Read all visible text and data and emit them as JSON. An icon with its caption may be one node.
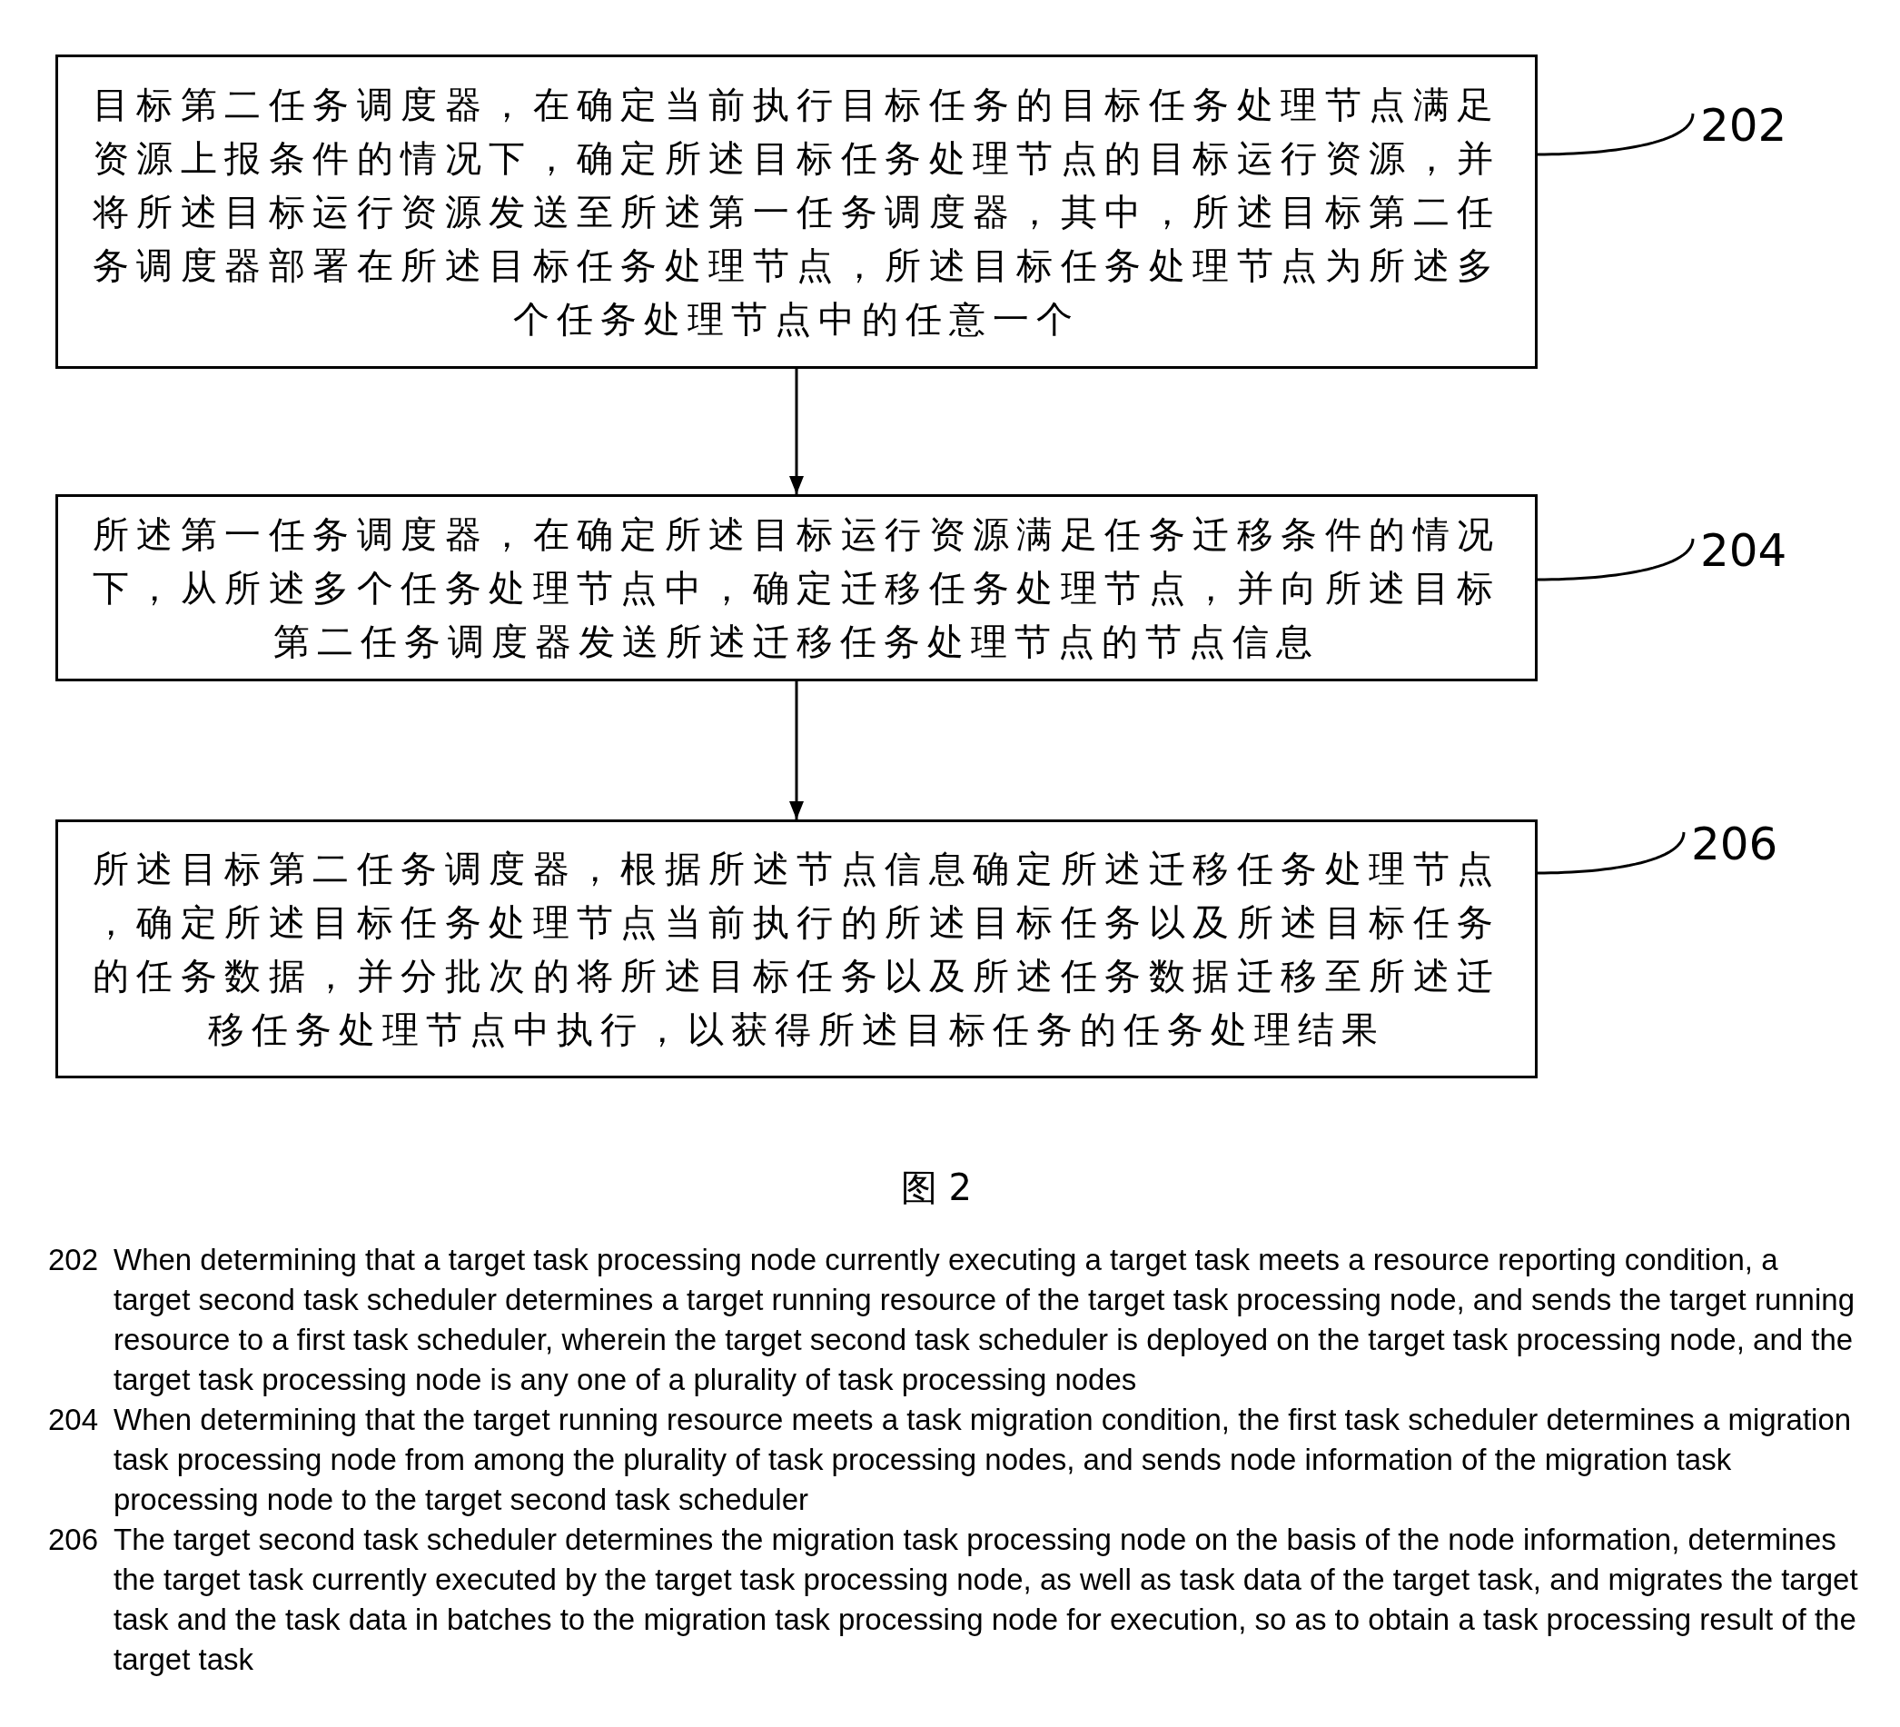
{
  "diagram": {
    "caption": "图 2",
    "nodes": [
      {
        "text": [
          "目标第二任务调度器，在确定当前执行目标任务的目标任务处理节点满足资源上报条件的情况下，确定所述目标任务处理节点的目标运行资源，并将所述目标运行资源发送至所述第一任务调度器，其中，所述目标第二任务调度器部署在所述目标任务处理节点，所述目标任务处理节点为所述多个任务处理节点中的任意一个"
        ]
      },
      {
        "text": [
          "所述第一任务调度器，在确定所述目标运行资源满足任务迁移条件的情况下，从所述多个任务处理节点中，确定迁移任务处理节点，并向所述目标第二任务调度器发送所述迁移任务处理节点的节点信息"
        ]
      },
      {
        "text": [
          "所述目标第二任务调度器，根据所述节点信息确定所述迁移任务处理节点，确定所述目标任务处理节点当前执行的所述目标任务以及所述目标任务的任务数据，并分批次的将所述目标任务以及所述任务数据迁移至所述迁移任务处理节点中执行，以获得所述目标任务的任务处理结果"
        ]
      },
      {
        "text": [
          "202"
        ]
      },
      {
        "text": [
          "204"
        ]
      },
      {
        "text": [
          "206"
        ]
      }
    ],
    "edges": [
      {
        "from": 0,
        "to": 1,
        "arrow": "to"
      },
      {
        "from": 1,
        "to": 2,
        "arrow": "to"
      },
      {
        "from": 3,
        "to": 0,
        "arrow": "none"
      },
      {
        "from": 4,
        "to": 1,
        "arrow": "none"
      },
      {
        "from": 5,
        "to": 2,
        "arrow": "none"
      }
    ],
    "labels": [
      "202",
      "When determining that a target task processing node currently executing a target task meets a resource reporting condition, a target second task scheduler determines a target running resource of the target task processing node, and sends the target running resource to a first task scheduler, wherein the target second task scheduler is deployed on the target task processing node, and the target task processing node is any one of a plurality of task processing nodes",
      "204",
      "When determining that the target running resource meets a task migration condition, the first task scheduler determines a migration task processing node from among the plurality of task processing nodes, and sends node information of the migration task processing node to the target second task scheduler",
      "206",
      "The target second task scheduler determines the migration task processing node on the basis of the node information, determines the target task currently executed by the target task processing node, as well as task data of the target task, and migrates the target task and the task data in batches to the migration task processing node for execution, so as to obtain a task processing result of the target task"
    ]
  }
}
